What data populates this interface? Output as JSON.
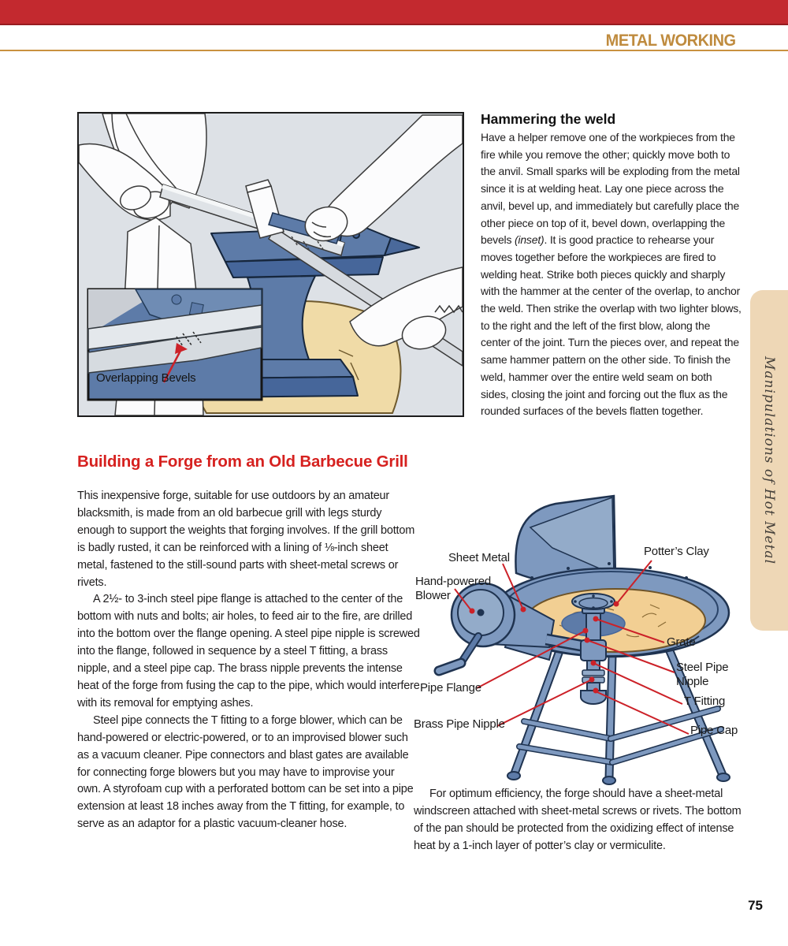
{
  "header": {
    "title": "METAL WORKING"
  },
  "page_number": "75",
  "sidebar_tab": {
    "label": "Manipulations of Hot Metal"
  },
  "section1": {
    "heading": "Hammering the weld",
    "body_before_inset": "Have a helper remove one of the workpieces from the fire while you remove the other; quickly move both to the anvil. Small sparks will be exploding from the metal since it is at welding heat. Lay one piece across the anvil, bevel up, and immediately but carefully place the other piece on top of it, bevel down, overlapping the bevels ",
    "inset_word": "(inset)",
    "body_after_inset": ". It is good practice to rehearse your moves together before the workpieces are fired to welding heat. Strike both pieces quickly and sharply with the hammer at the center of the overlap, to anchor the weld. Then strike the overlap with two lighter blows, to the right and the left of the first blow, along the center of the joint. Turn the pieces over, and repeat the same hammer pattern on the other side. To finish the weld, hammer over the entire weld seam on both sides, closing the joint and forcing out the flux as the rounded surfaces of the bevels flatten together."
  },
  "illustration1": {
    "inset_label": "Overlapping Bevels"
  },
  "section2": {
    "heading": "Building a Forge from an Old Barbecue Grill",
    "para1": "This inexpensive forge, suitable for use outdoors by an amateur blacksmith, is made from an old barbecue grill with legs sturdy enough to support the weights that forging involves. If the grill bottom is badly rusted, it can be reinforced with a lining of ⅛-inch sheet metal, fastened to the still-sound parts with sheet-metal screws or rivets.",
    "para2": "A 2½- to 3-inch steel pipe flange is attached to the center of the bottom with nuts and bolts; air holes, to feed air to the fire, are drilled into the bottom over the flange opening. A steel pipe nipple is screwed into the flange, followed in sequence by a steel T fitting, a brass nipple, and a steel pipe cap. The brass nipple prevents the intense heat of the forge from fusing the cap to the pipe, which would interfere with its removal for emptying ashes.",
    "para3": "Steel pipe connects the T fitting to a forge blower, which can be hand-powered or electric-powered, or to an improvised blower such as a vacuum cleaner. Pipe connectors and blast gates are available for connecting forge blowers but you may have to improvise your own. A styrofoam cup with a perforated bottom can be set into a pipe extension at least 18 inches away from the T fitting, for example, to serve as an adaptor for a plastic vacuum-cleaner hose.",
    "closing_para": "For optimum efficiency, the forge should have a sheet-metal windscreen attached with sheet-metal screws or rivets. The bottom of the pan should be protected from the oxidizing effect of intense heat by a 1-inch layer of potter’s clay or vermiculite."
  },
  "forge_diagram": {
    "labels": {
      "sheet_metal": "Sheet Metal",
      "hand_powered_blower": "Hand-powered Blower",
      "potters_clay": "Potter’s Clay",
      "grate": "Grate",
      "steel_pipe_nipple": "Steel Pipe Nipple",
      "t_fitting": "T Fitting",
      "pipe_cap": "Pipe Cap",
      "pipe_flange": "Pipe Flange",
      "brass_pipe_nipple": "Brass Pipe Nipple"
    }
  },
  "colors": {
    "band_red": "#c3292f",
    "heading_red": "#d6211f",
    "gold": "#bf8b3e",
    "tab_tan": "#eed7b6",
    "steel_blue": "#5d7ba8",
    "forge_blue": "#7e99bf",
    "clay_tan": "#f2cf93",
    "leader_red": "#cc2128"
  }
}
